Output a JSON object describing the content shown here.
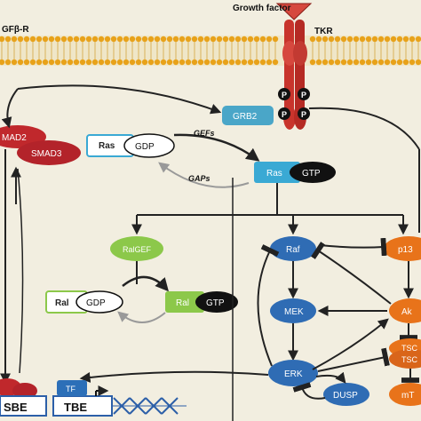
{
  "top": {
    "growth_factor": "Growth factor",
    "tkr": "TKR",
    "tgfbr": "GFβ-R",
    "phospho": "P"
  },
  "nodes": {
    "grb2": "GRB2",
    "smad2": "MAD2",
    "smad3": "SMAD3",
    "ras": "Ras",
    "gdp": "GDP",
    "gtp": "GTP",
    "gefs": "GEFs",
    "gaps": "GAPs",
    "ralgef": "RalGEF",
    "ral": "Ral",
    "raf": "Raf",
    "mek": "MEK",
    "erk": "ERK",
    "dusp": "DUSP",
    "p13": "p13",
    "akt": "Ak",
    "tsc1": "TSC",
    "tsc2": "TSC",
    "mtor": "mT",
    "tf": "TF",
    "sbe": "SBE",
    "tbe": "TBE"
  },
  "colors": {
    "background": "#f2eee0",
    "membrane_head": "#e8a21a",
    "receptor": "#c8342c",
    "smad": "#c0282c",
    "grb2": "#4aa6c8",
    "ras": "#3aa9d4",
    "ral_green": "#8cc84a",
    "kinase_blue": "#2f6cb4",
    "orange": "#e8731a",
    "dna": "#2c5fa8"
  }
}
